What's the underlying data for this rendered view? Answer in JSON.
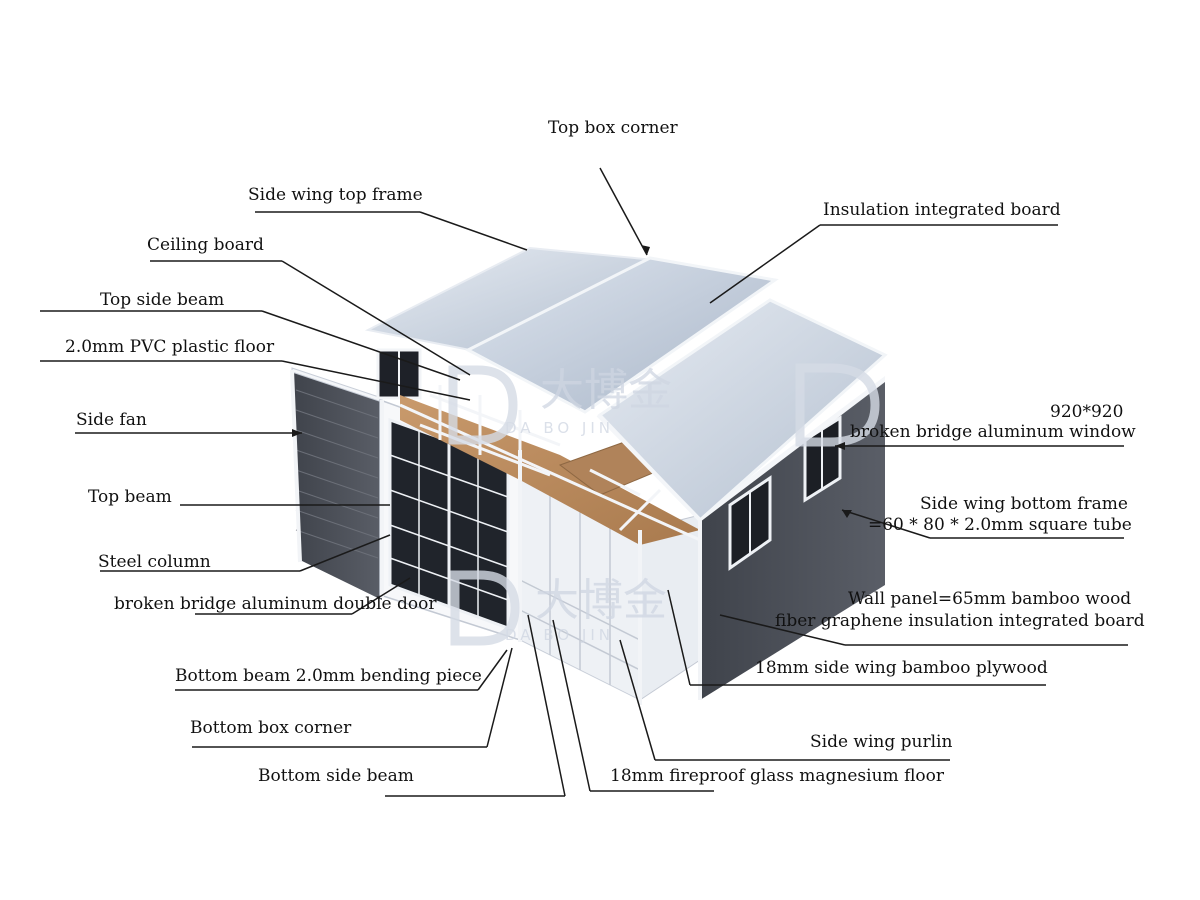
{
  "diagram": {
    "labels": {
      "top_box_corner": "Top box corner",
      "side_wing_top_frame": "Side wing top frame",
      "insulation_integrated_board": "Insulation integrated board",
      "ceiling_board": "Ceiling board",
      "top_side_beam": "Top side beam",
      "pvc_plastic_floor": "2.0mm PVC plastic floor",
      "side_fan": "Side fan",
      "window_size": "920*920",
      "aluminum_window": "broken bridge aluminum window",
      "top_beam": "Top beam",
      "side_wing_bottom_frame_1": "Side wing bottom frame",
      "side_wing_bottom_frame_2": "=60 * 80 * 2.0mm square tube",
      "steel_column": "Steel column",
      "aluminum_double_door": "broken bridge aluminum double door",
      "wall_panel_1": "Wall panel=65mm bamboo wood",
      "wall_panel_2": "fiber graphene insulation integrated board",
      "side_wing_plywood": "18mm side wing bamboo plywood",
      "bottom_beam": "Bottom beam 2.0mm bending piece",
      "bottom_box_corner": "Bottom box corner",
      "side_wing_purlin": "Side wing purlin",
      "bottom_side_beam": "Bottom side beam",
      "glass_magnesium_floor": "18mm fireproof glass magnesium floor"
    },
    "watermark": {
      "chinese": "大博金",
      "latin": "DA BO JIN"
    },
    "colors": {
      "roof": "#b8c4d4",
      "wall_dark": "#4a4d55",
      "frame": "#eef1f5",
      "wood": "#b88a5e",
      "leader": "#1a1a1a"
    }
  }
}
